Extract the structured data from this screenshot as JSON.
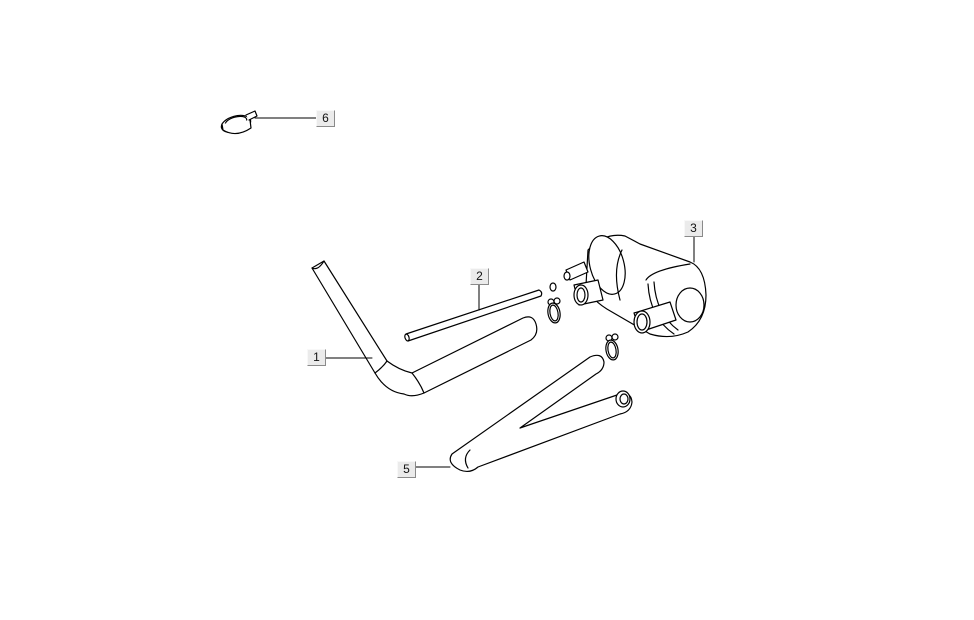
{
  "diagram": {
    "type": "exploded-parts-diagram",
    "background": "#ffffff",
    "line_color": "#000000",
    "callout_bg": "#ebebeb",
    "callouts": [
      {
        "id": "1",
        "label": "1"
      },
      {
        "id": "2",
        "label": "2"
      },
      {
        "id": "3",
        "label": "3"
      },
      {
        "id": "5",
        "label": "5"
      },
      {
        "id": "6",
        "label": "6"
      }
    ]
  }
}
